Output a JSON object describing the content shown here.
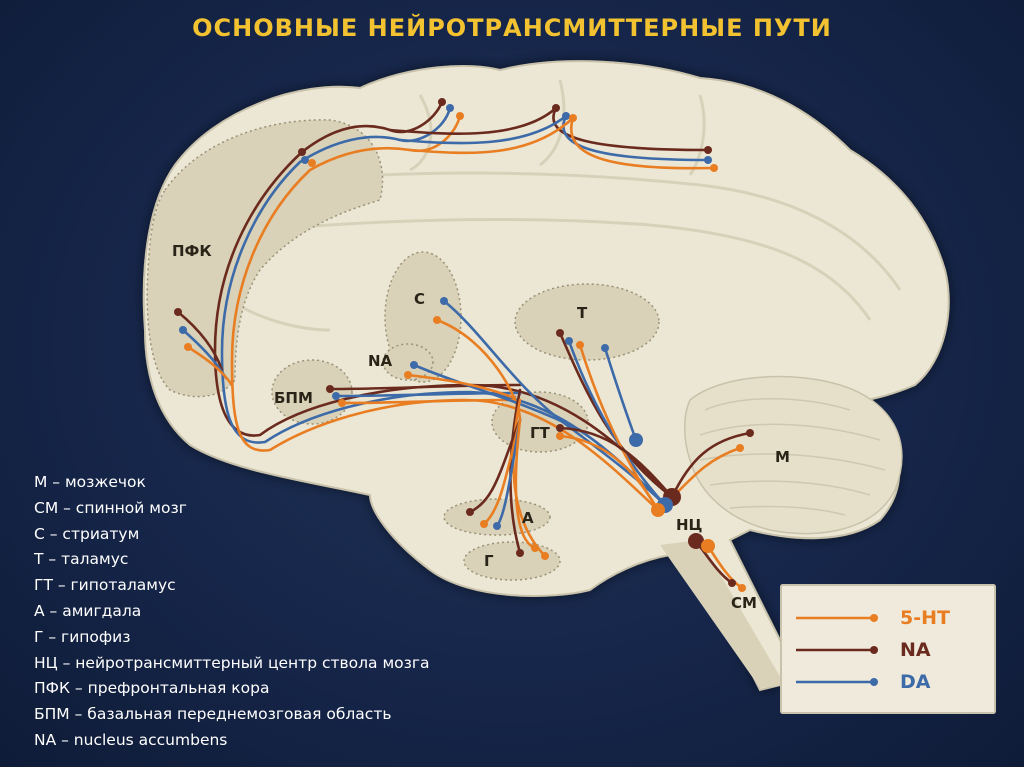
{
  "title": "ОСНОВНЫЕ НЕЙРОТРАНСМИТТЕРНЫЕ ПУТИ",
  "colors": {
    "serotonin": "#e87d22",
    "noradrenaline": "#6b2a1e",
    "dopamine": "#3d6aa8",
    "brain_fill": "#ece7d4",
    "region_fill": "#d9d2b8",
    "background": "#16264a",
    "title_color": "#f2c230"
  },
  "regions": {
    "pfk": "ПФК",
    "s": "С",
    "t": "Т",
    "na": "NA",
    "bpm": "БПМ",
    "gt": "ГТ",
    "a": "А",
    "g": "Г",
    "m": "М",
    "nc": "НЦ",
    "sm": "СМ"
  },
  "abbreviations": [
    "М – мозжечок",
    "СМ – спинной мозг",
    "С – стриатум",
    "Т – таламус",
    "ГТ – гипоталамус",
    "А – амигдала",
    "Г – гипофиз",
    "НЦ – нейротрансмиттерный центр ствола мозга",
    "ПФК – префронтальная кора",
    "БПМ – базальная переднемозговая область",
    "NA – nucleus accumbens"
  ],
  "legend": [
    {
      "label": "5-HT",
      "color": "#e87d22"
    },
    {
      "label": "NA",
      "color": "#6b2a1e"
    },
    {
      "label": "DA",
      "color": "#3d6aa8"
    }
  ]
}
